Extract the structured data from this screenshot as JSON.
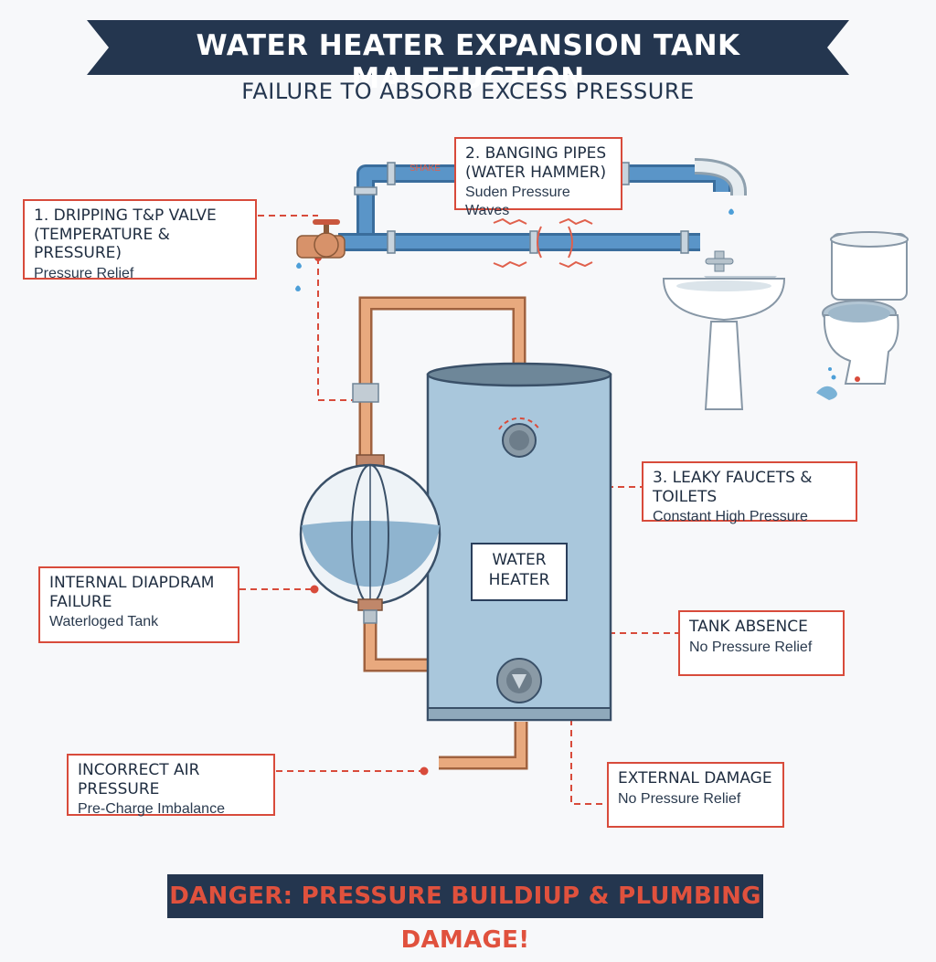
{
  "header": {
    "title": "WATER HEATER EXPANSION TANK MALFFUCTION",
    "subtitle": "FAILURE TO ABSORB EXCESS PRESSURE"
  },
  "pipe_label": "SHAKE",
  "heater_label": [
    "WATER",
    "HEATER"
  ],
  "callouts": [
    {
      "title_lines": [
        "1. DRIPPING T&P VALVE",
        "(TEMPERATURE & PRESSURE)"
      ],
      "subtitle": "Pressure Relief"
    },
    {
      "title_lines": [
        "2. BANGING PIPES",
        "(WATER HAMMER)"
      ],
      "subtitle": "Suden Pressure Waves"
    },
    {
      "title_lines": [
        "3. LEAKY FAUCETS & TOILETS"
      ],
      "subtitle": "Constant High Pressure"
    },
    {
      "title_lines": [
        "INTERNAL DIAPDRAM",
        "FAILURE"
      ],
      "subtitle": "Waterloged Tank"
    },
    {
      "title_lines": [
        "TANK ABSENCE"
      ],
      "subtitle": "No Pressure Relief"
    },
    {
      "title_lines": [
        "INCORRECT AIR PRESSURE"
      ],
      "subtitle": "Pre-Charge Imbalance"
    },
    {
      "title_lines": [
        "EXTERNAL DAMAGE"
      ],
      "subtitle": "No Pressure Relief"
    }
  ],
  "footer": {
    "warning": "DANGER: PRESSURE BUILDIUP & PLUMBING DAMAGE!"
  },
  "colors": {
    "navy": "#24364f",
    "accent_red": "#d84b3b",
    "pipe_blue": "#5a95c8",
    "copper": "#dd9a6e",
    "tank": "#a9c7dc"
  }
}
